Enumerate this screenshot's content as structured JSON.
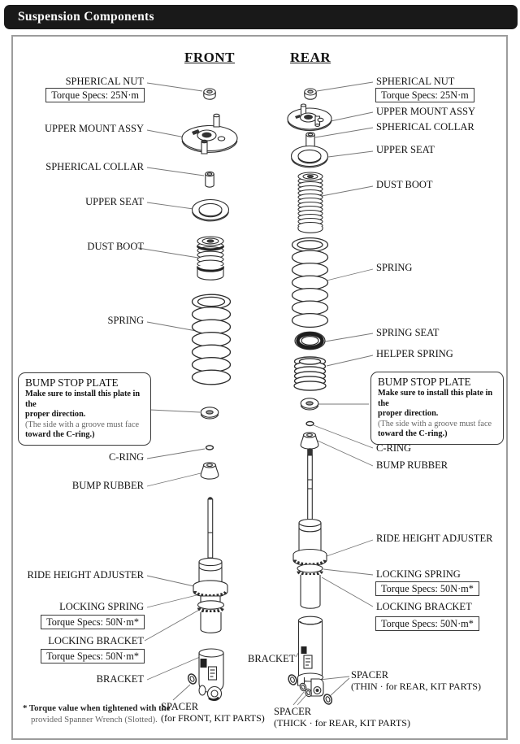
{
  "header": {
    "title": "Suspension Components"
  },
  "columns": {
    "front": "FRONT",
    "rear": "REAR"
  },
  "front": {
    "spherical_nut": "SPHERICAL NUT",
    "torque_nut": "Torque Specs: 25N·m",
    "upper_mount": "UPPER MOUNT ASSY",
    "spherical_collar": "SPHERICAL COLLAR",
    "upper_seat": "UPPER SEAT",
    "dust_boot": "DUST BOOT",
    "spring": "SPRING",
    "bump_note": {
      "title": "BUMP STOP PLATE",
      "line1": "Make sure to install this plate in the",
      "line2": "proper direction.",
      "line3": "(The side with a groove must face",
      "line4": "toward the C-ring.)"
    },
    "c_ring": "C-RING",
    "bump_rubber": "BUMP RUBBER",
    "ride_height_adjuster": "RIDE HEIGHT ADJUSTER",
    "locking_spring": "LOCKING SPRING",
    "torque_locking_spring": "Torque Specs: 50N·m*",
    "locking_bracket": "LOCKING BRACKET",
    "torque_locking_bracket": "Torque Specs: 50N·m*",
    "bracket": "BRACKET",
    "spacer": "SPACER",
    "spacer_sub": "(for FRONT, KIT PARTS)"
  },
  "rear": {
    "spherical_nut": "SPHERICAL NUT",
    "torque_nut": "Torque Specs: 25N·m",
    "upper_mount": "UPPER MOUNT ASSY",
    "spherical_collar": "SPHERICAL COLLAR",
    "upper_seat": "UPPER  SEAT",
    "dust_boot": "DUST BOOT",
    "spring": "SPRING",
    "spring_seat": "SPRING SEAT",
    "helper_spring": "HELPER SPRING",
    "bump_note": {
      "title": "BUMP STOP PLATE",
      "line1": "Make sure to install this plate in the",
      "line2": "proper direction.",
      "line3": "(The side with a groove must face",
      "line4": "toward the C-ring.)"
    },
    "c_ring": "C-RING",
    "bump_rubber": "BUMP RUBBER",
    "ride_height_adjuster": "RIDE HEIGHT ADJUSTER",
    "locking_spring": "LOCKING SPRING",
    "torque_locking_spring": "Torque Specs: 50N·m*",
    "locking_bracket": "LOCKING BRACKET",
    "torque_locking_bracket": "Torque Specs: 50N·m*",
    "bracket": "BRACKET",
    "spacer_thin": "SPACER",
    "spacer_thin_sub": "(THIN · for REAR, KIT PARTS)",
    "spacer_thick": "SPACER",
    "spacer_thick_sub": "(THICK · for REAR, KIT PARTS)"
  },
  "footnote": {
    "line1": "* Torque value when tightened with the",
    "line2": "provided Spanner Wrench (Slotted)."
  }
}
